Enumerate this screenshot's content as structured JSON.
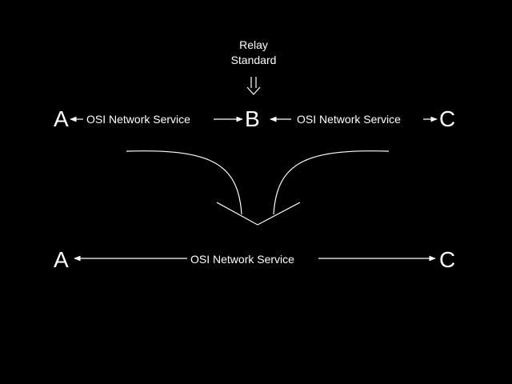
{
  "relay": {
    "line1": "Relay",
    "line2": "Standard"
  },
  "top_row": {
    "node_a": "A",
    "node_b": "B",
    "node_c": "C",
    "service_ab": "OSI Network Service",
    "service_bc": "OSI Network Service"
  },
  "bottom_row": {
    "node_a": "A",
    "node_c": "C",
    "service_ac": "OSI Network Service"
  },
  "colors": {
    "background": "#000000",
    "foreground": "#ffffff"
  }
}
